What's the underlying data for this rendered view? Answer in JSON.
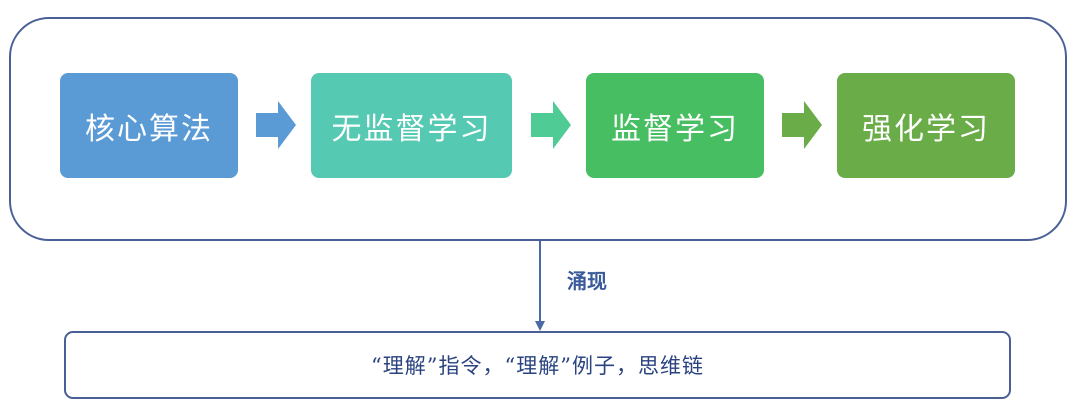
{
  "stages": [
    {
      "label": "核心算法",
      "color": "#5b9bd5"
    },
    {
      "label": "无监督学习",
      "color": "#55c9b2"
    },
    {
      "label": "监督学习",
      "color": "#48be62"
    },
    {
      "label": "强化学习",
      "color": "#6aac48"
    }
  ],
  "arrows": [
    {
      "color": "#5b9bd5"
    },
    {
      "color": "#4fcc95"
    },
    {
      "color": "#6aac48"
    }
  ],
  "connector": {
    "label": "涌现",
    "color": "#4a69a8"
  },
  "result": {
    "text": "“理解”指令，“理解”例子，思维链"
  }
}
